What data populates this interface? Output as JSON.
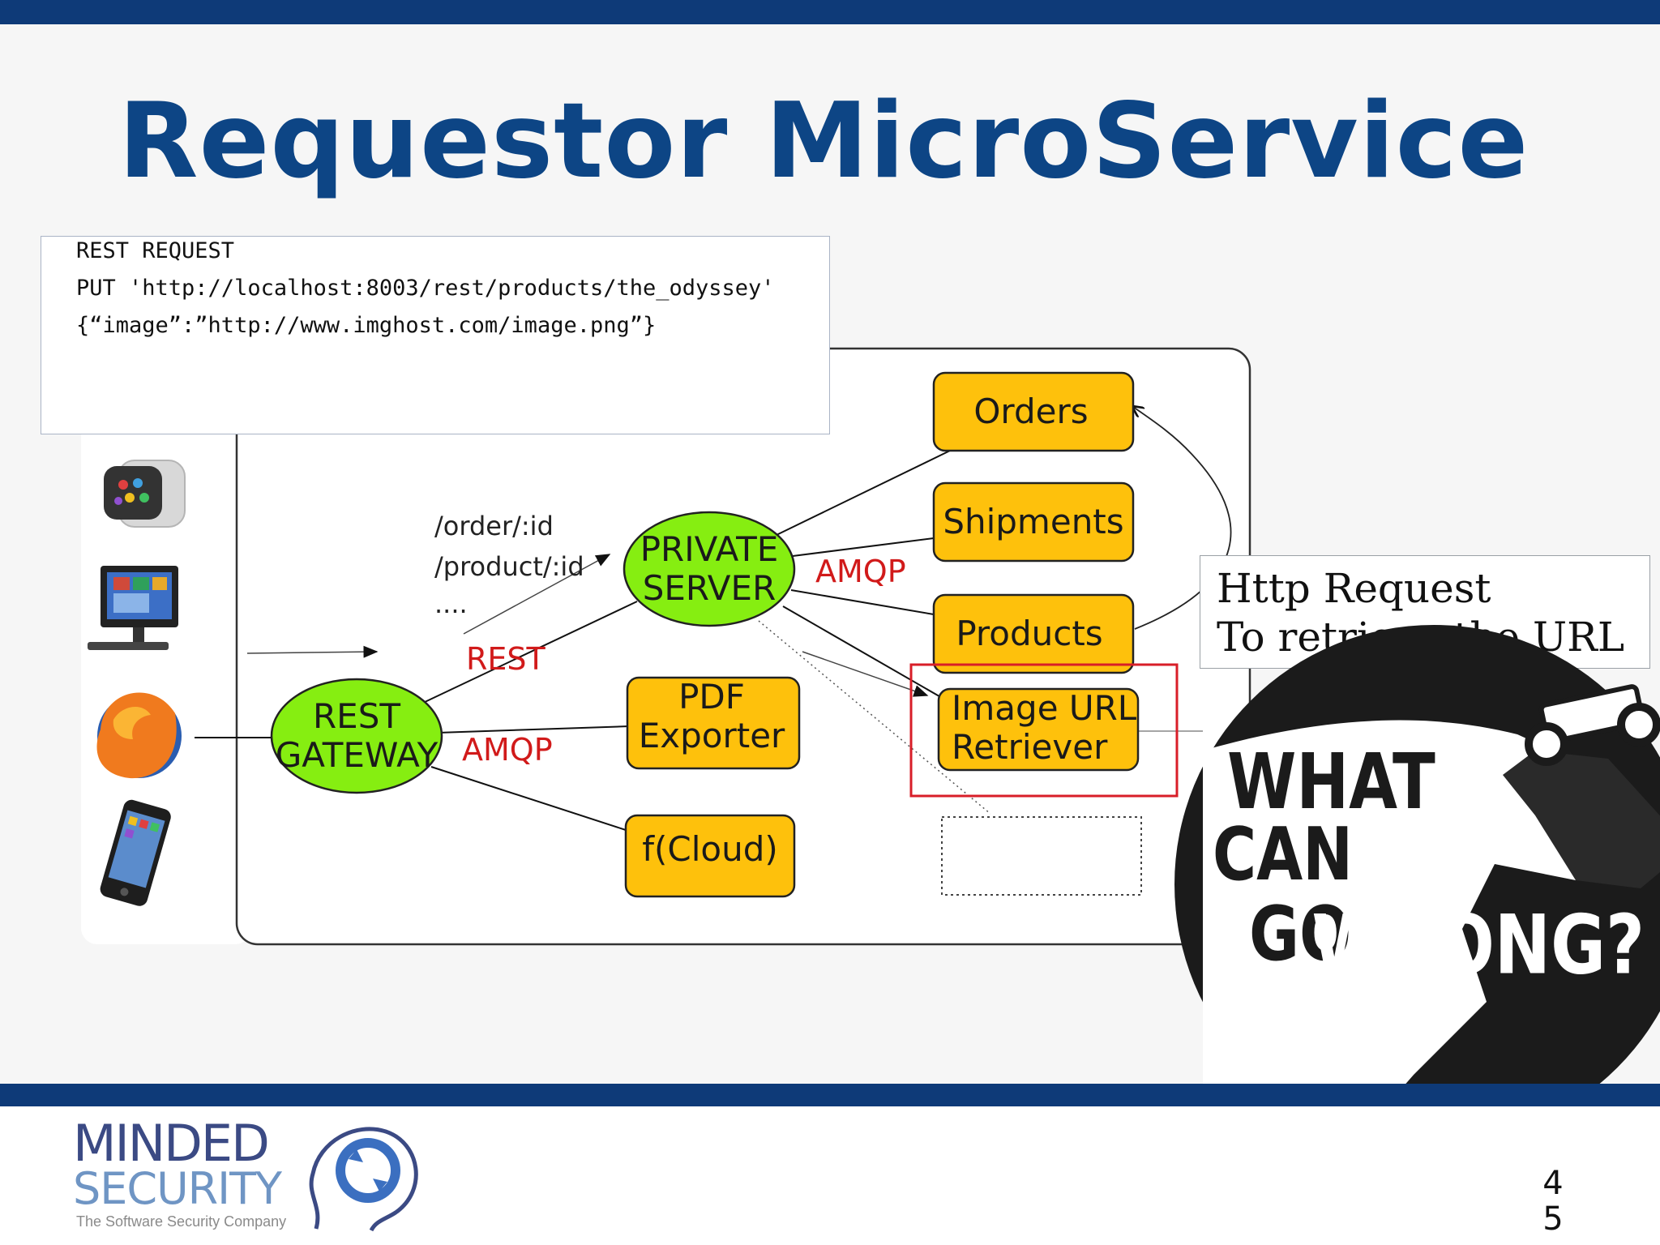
{
  "slide": {
    "title": "Requestor MicroService",
    "page_number": [
      "4",
      "5"
    ]
  },
  "code_box": {
    "lines": [
      "REST REQUEST",
      "PUT 'http://localhost:8003/rest/products/the_odyssey'",
      "{“image”:”http://www.imghost.com/image.png”}"
    ]
  },
  "diagram": {
    "nodes": {
      "rest_gateway": [
        "REST",
        "GATEWAY"
      ],
      "private_server": [
        "PRIVATE",
        "SERVER"
      ],
      "orders": "Orders",
      "shipments": "Shipments",
      "products": "Products",
      "image_url_retriever": [
        "Image URL",
        "Retriever"
      ],
      "pdf_exporter": [
        "PDF",
        "Exporter"
      ],
      "f_cloud": "f(Cloud)"
    },
    "paths": [
      "/order/:id",
      "/product/:id",
      "...."
    ],
    "protocols": {
      "rest": "REST",
      "amqp_gateway": "AMQP",
      "amqp_server": "AMQP"
    },
    "colors": {
      "ellipse_fill": "#86ee11",
      "service_fill": "#fec10c",
      "highlight": "#d81e28",
      "protocol_text": "#d11a1a"
    },
    "client_icons": [
      "smartwatch-icon",
      "desktop-computer-icon",
      "firefox-browser-icon",
      "smartphone-icon"
    ]
  },
  "callout": {
    "lines": [
      "Http Request",
      "To retrieve the URL"
    ]
  },
  "badge": {
    "text": [
      "WHAT",
      "CAN",
      "GO",
      "WRONG?"
    ]
  },
  "logo": {
    "line1": "MINDED",
    "line2": "SECURITY",
    "tagline": "The Software Security Company"
  },
  "theme": {
    "brand_blue": "#0e3a78",
    "title_blue": "#0d4585"
  }
}
